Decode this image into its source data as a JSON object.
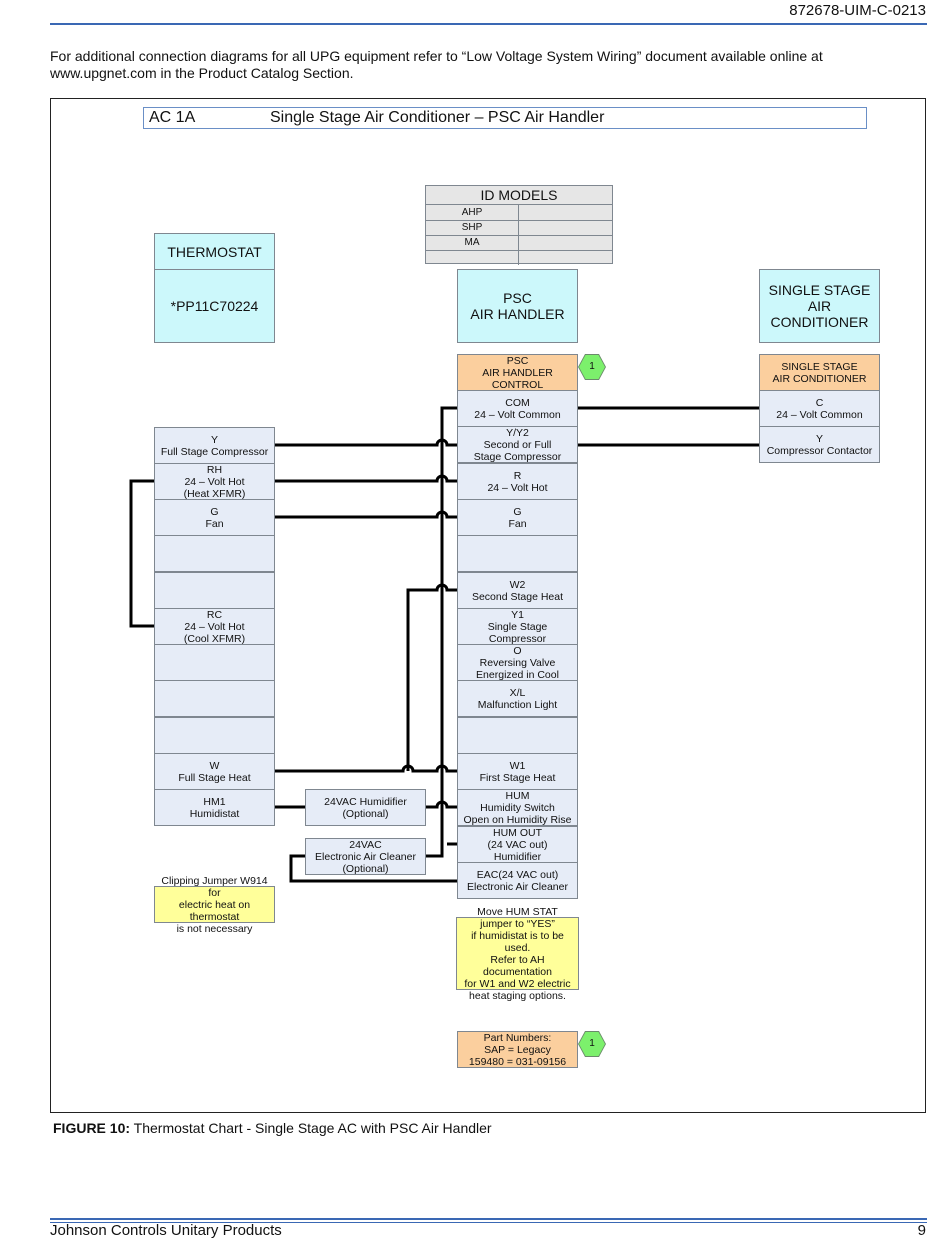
{
  "header": {
    "doc_number": "872678-UIM-C-0213"
  },
  "intro_text": "For additional connection diagrams for all UPG equipment refer to “Low Voltage System Wiring” document available online at www.upgnet.com in the Product Catalog Section.",
  "diagram": {
    "code": "AC 1A",
    "title": "Single Stage Air Conditioner – PSC Air Handler",
    "id_models": {
      "header": "ID MODELS",
      "rows": [
        "AHP",
        "SHP",
        "MA",
        ""
      ]
    },
    "thermostat": {
      "header": "THERMOSTAT",
      "model": "*PP11C70224"
    },
    "air_handler": {
      "header": "PSC\nAIR HANDLER"
    },
    "condenser": {
      "header": "SINGLE STAGE\nAIR\nCONDITIONER"
    },
    "thermostat_terminals": [
      "Y\nFull Stage Compressor",
      "RH\n24 – Volt Hot\n(Heat XFMR)",
      "G\nFan",
      "",
      "",
      "RC\n24 – Volt Hot\n(Cool XFMR)",
      "",
      "",
      "",
      "W\nFull Stage Heat",
      "HM1\nHumidistat"
    ],
    "control_header": "PSC\nAIR HANDLER CONTROL",
    "control_terminals": [
      "COM\n24 – Volt Common",
      "Y/Y2\nSecond or Full\nStage Compressor",
      "R\n24 – Volt Hot",
      "G\nFan",
      "",
      "W2\nSecond Stage Heat",
      "Y1\nSingle Stage Compressor",
      "O\nReversing Valve\nEnergized in Cool",
      "X/L\nMalfunction Light",
      "",
      "W1\nFirst Stage Heat",
      "HUM\nHumidity Switch\nOpen on Humidity Rise",
      "HUM OUT\n(24 VAC out)\nHumidifier",
      "EAC(24 VAC out)\nElectronic Air Cleaner"
    ],
    "condenser_header": "SINGLE STAGE\nAIR CONDITIONER",
    "condenser_terminals": [
      "C\n24 – Volt Common",
      "Y\nCompressor Contactor"
    ],
    "accessories": [
      "24VAC Humidifier\n(Optional)",
      "24VAC\nElectronic Air Cleaner\n(Optional)"
    ],
    "notes": {
      "jumper": "Clipping Jumper W914 for\nelectric heat on thermostat\nis not necessary",
      "humstat": "Move HUM STAT\njumper to “YES”\nif humidistat is to be used.\nRefer to AH documentation\nfor W1 and W2 electric\nheat staging options.",
      "part_numbers": "Part Numbers:\nSAP    =    Legacy\n159480  =  031-09156"
    },
    "hex_marker": "1"
  },
  "caption": {
    "label": "FIGURE 10:",
    "text": "Thermostat Chart - Single Stage AC with PSC Air Handler"
  },
  "footer": {
    "company": "Johnson Controls Unitary Products",
    "page": "9"
  },
  "colors": {
    "rule": "#3a68b4",
    "header_box": "#ccf8fb",
    "terminal": "#e6ecf7",
    "control_header": "#fbcf9e",
    "note": "#ffff9a",
    "marker": "#7cf06c"
  }
}
